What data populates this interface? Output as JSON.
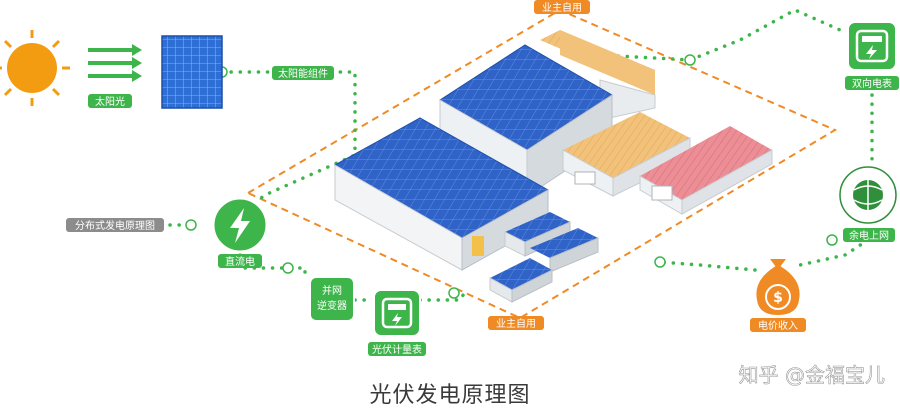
{
  "labels": {
    "sun": "太阳光",
    "panel": "太阳能组件",
    "distributed": "分布式发电原理图",
    "dc": "直流电",
    "inverter_line1": "并网",
    "inverter_line2": "逆变器",
    "pv_meter": "光伏计量表",
    "self_use_bottom": "业主自用",
    "self_use_top": "业主自用",
    "bidirectional_meter": "双向电表",
    "grid": "余电上网",
    "revenue": "电价收入",
    "caption": "光伏发电原理图",
    "watermark": "知乎 @金福宝儿"
  },
  "colors": {
    "green": "#3db54a",
    "orange_dash": "#f08a24",
    "sun": "#f39c12",
    "panel_blue": "#2e6fd6",
    "roof_blue": "#2f63c7",
    "roof_tan": "#f2c27b",
    "roof_pink": "#e8828c",
    "wall_gray": "#e9ecef",
    "pill_gray": "#8c8c8c"
  },
  "icons": {
    "sun": "sun-icon",
    "panel": "solar-panel-icon",
    "dc": "lightning-icon",
    "inverter": "inverter-icon",
    "pv_meter": "meter-icon",
    "bidirectional_meter": "meter-icon",
    "grid": "state-grid-logo",
    "revenue": "money-bag-icon"
  }
}
